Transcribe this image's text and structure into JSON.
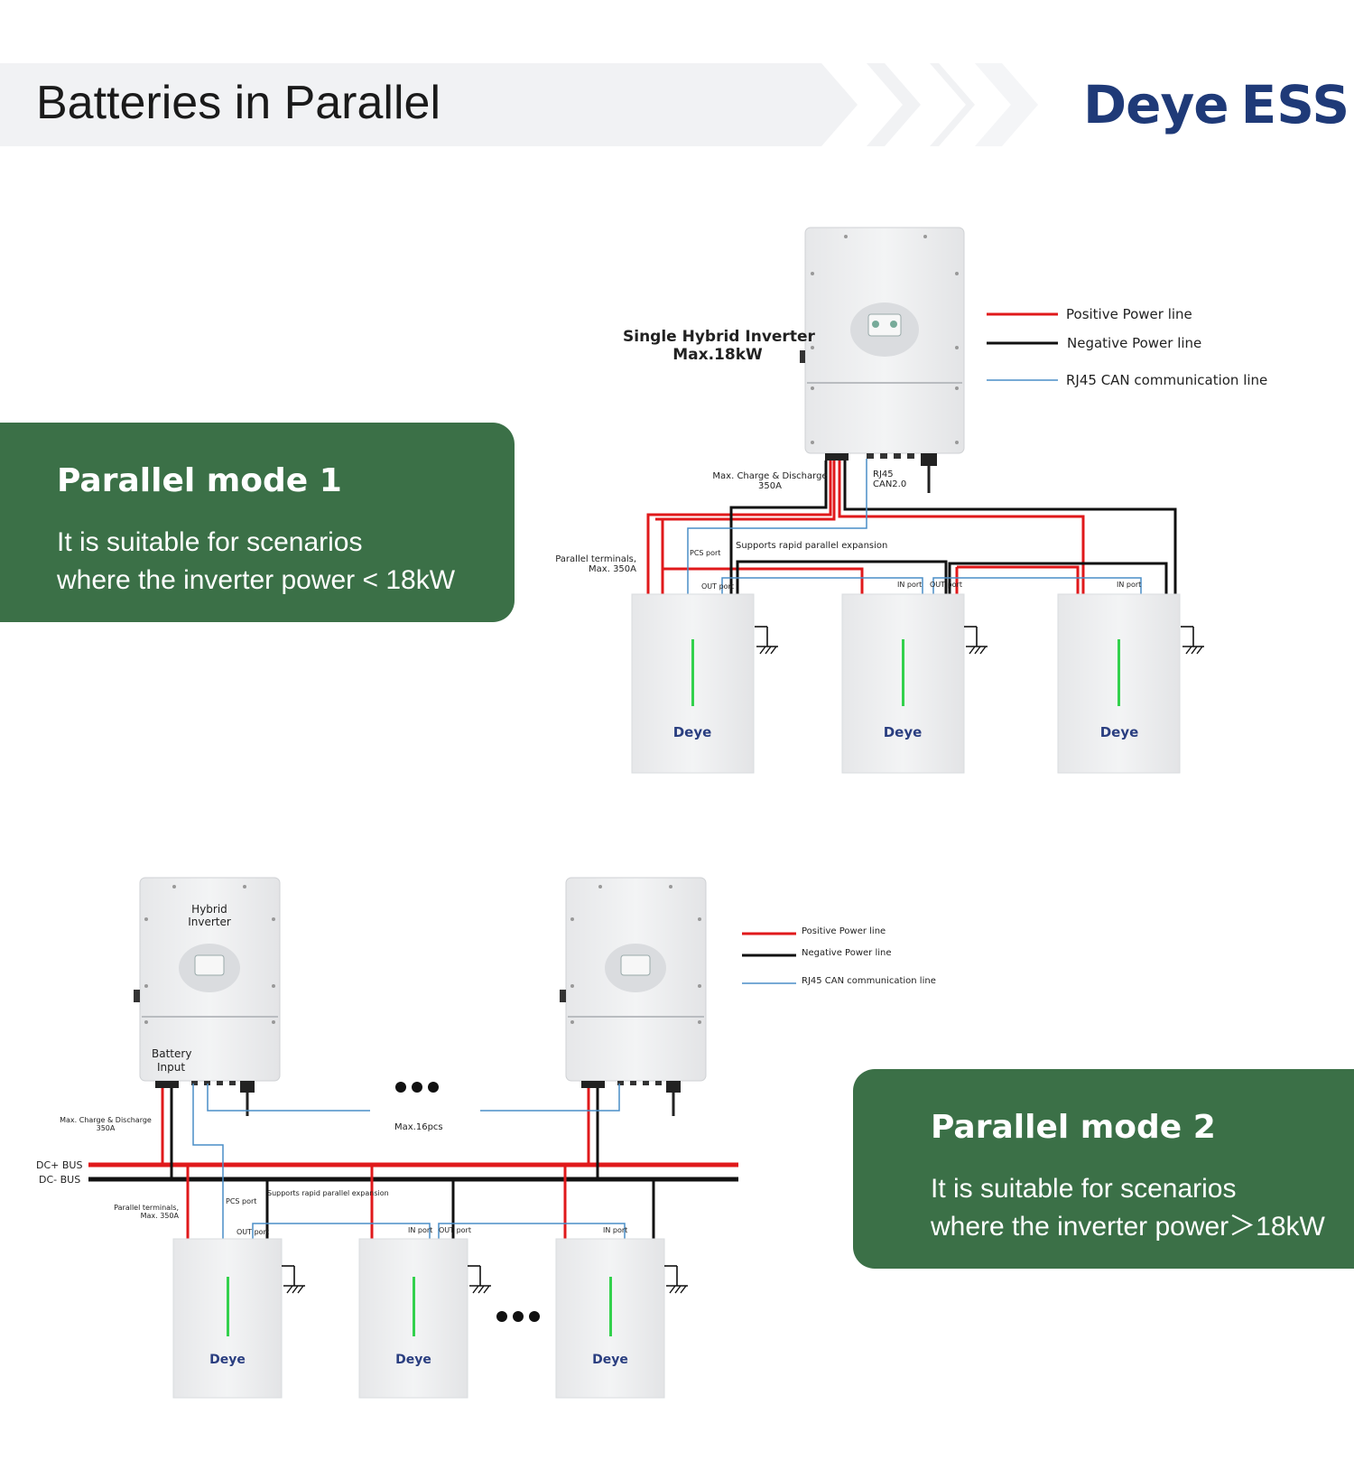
{
  "header": {
    "title": "Batteries in Parallel"
  },
  "logo": {
    "brand": "Deye",
    "suffix": "ESS",
    "color": "#1f3a78"
  },
  "mode1": {
    "title": "Parallel mode 1",
    "description_line1": "It is suitable for scenarios",
    "description_line2": "where the inverter power < 18kW"
  },
  "mode2": {
    "title": "Parallel mode 2",
    "description_line1": "It is suitable for scenarios",
    "description_line2": "where the inverter power＞18kW"
  },
  "colors": {
    "accent_green": "#3b7047",
    "positive": "#e0191b",
    "negative": "#111111",
    "can": "#4a8ec7"
  },
  "diagram1": {
    "inverter_label_line1": "Single Hybrid Inverter",
    "inverter_label_line2": "Max.18kW",
    "legend": {
      "positive": "Positive Power line",
      "negative": "Negative Power line",
      "can": "RJ45 CAN communication line"
    },
    "charge_label_line1": "Max.  Charge & Discharge",
    "charge_label_line2": "350A",
    "rj45_line1": "RJ45",
    "rj45_line2": "CAN2.0",
    "pcs_port": "PCS port",
    "expansion": "Supports rapid parallel expansion",
    "parallel_terminals_line1": "Parallel terminals,",
    "parallel_terminals_line2": "Max. 350A",
    "out_port": "OUT port",
    "in_port": "IN port",
    "battery_brand": "Deye"
  },
  "diagram2": {
    "inverter_label_line1": "Hybrid",
    "inverter_label_line2": "Inverter",
    "battery_input_line1": "Battery",
    "battery_input_line2": "Input",
    "legend": {
      "positive": "Positive Power line",
      "negative": "Negative Power line",
      "can": "RJ45 CAN communication line"
    },
    "charge_label_line1": "Max.  Charge & Discharge",
    "charge_label_line2": "350A",
    "max_pcs": "Max.16pcs",
    "dc_plus": "DC+  BUS",
    "dc_minus": "DC-  BUS",
    "pcs_port": "PCS port",
    "expansion": "Supports rapid parallel expansion",
    "parallel_terminals_line1": "Parallel terminals,",
    "parallel_terminals_line2": "Max. 350A",
    "out_port": "OUT port",
    "in_port": "IN port",
    "battery_brand": "Deye"
  }
}
